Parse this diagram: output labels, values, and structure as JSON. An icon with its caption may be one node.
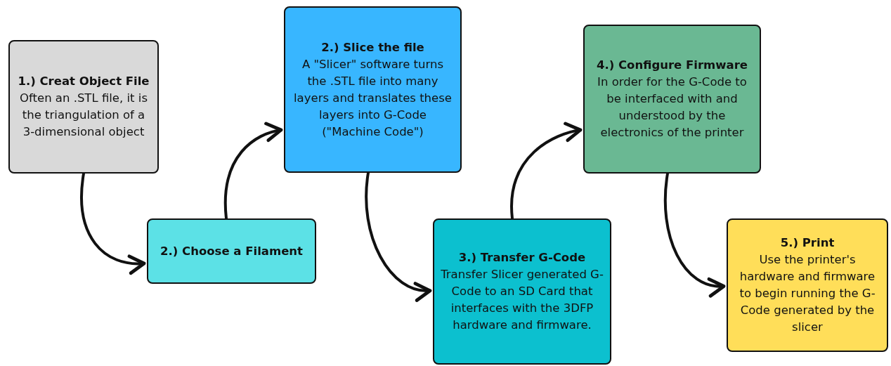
{
  "diagram": {
    "nodes": [
      {
        "text": [
          "1.) Creat Object File",
          "Often an .STL file, it is the triangulation of a 3-dimensional object"
        ]
      },
      {
        "text": [
          "2.) Choose a Filament"
        ]
      },
      {
        "text": [
          "2.) Slice the file",
          "A \"Slicer\" software turns the .STL file into many layers and translates these layers into G-Code (\"Machine Code\")"
        ]
      },
      {
        "text": [
          "3.) Transfer G-Code",
          "Transfer Slicer generated G-Code to an SD Card that interfaces with the 3DFP hardware and firmware."
        ]
      },
      {
        "text": [
          "4.) Configure Firmware",
          "In order for the G-Code to be interfaced with and understood by the electronics of the printer"
        ]
      },
      {
        "text": [
          "5.) Print",
          "Use the printer's hardware and firmware to begin running the G-Code generated by the slicer"
        ]
      }
    ],
    "edges": [
      {
        "from": 0,
        "to": 1,
        "arrow": "to"
      },
      {
        "from": 1,
        "to": 2,
        "arrow": "to"
      },
      {
        "from": 2,
        "to": 3,
        "arrow": "to"
      },
      {
        "from": 3,
        "to": 4,
        "arrow": "to"
      },
      {
        "from": 4,
        "to": 5,
        "arrow": "to"
      }
    ]
  }
}
